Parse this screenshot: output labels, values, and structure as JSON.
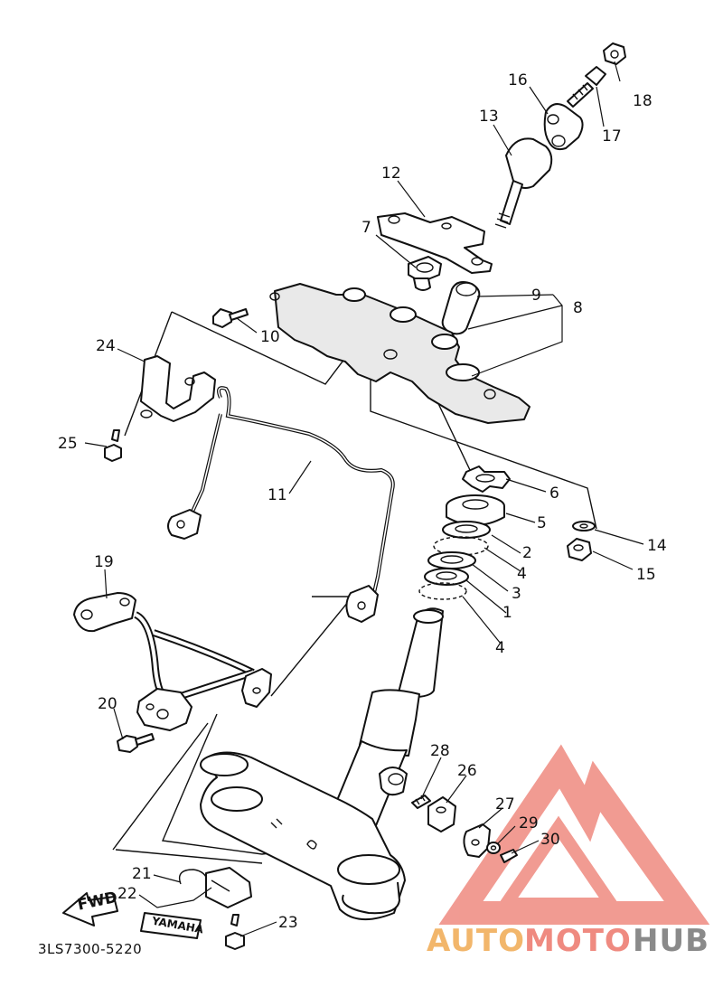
{
  "diagram": {
    "code": "3LS7300-5220",
    "part_numbers": [
      "1",
      "2",
      "3",
      "4",
      "4",
      "5",
      "6",
      "7",
      "8",
      "9",
      "10",
      "11",
      "12",
      "13",
      "14",
      "15",
      "16",
      "17",
      "18",
      "19",
      "20",
      "21",
      "22",
      "23",
      "24",
      "25",
      "26",
      "27",
      "28",
      "29",
      "30"
    ]
  },
  "labels": {
    "fwd": "FWD",
    "brand": "YAMAHA"
  },
  "watermark": {
    "part1": "AUTO",
    "part2": "MOTO",
    "part3": "HUB",
    "color_orange": "#f2b66b",
    "color_red": "#ef8a80",
    "color_grey": "#8a8a8a"
  }
}
